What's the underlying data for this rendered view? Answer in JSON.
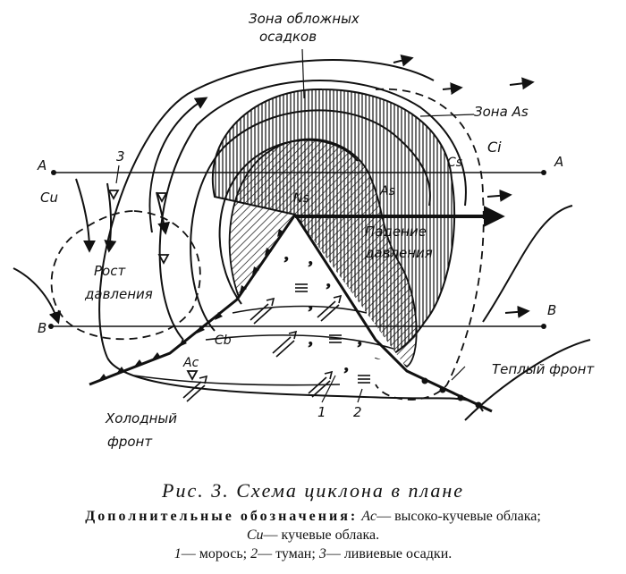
{
  "labels": {
    "zone_overcast": [
      "Зона обложных",
      "осадков"
    ],
    "zone_as": "Зона As",
    "ci": "Ci",
    "cs": "Cs",
    "as_inner": "As",
    "ns": "Ns",
    "a_left": "A",
    "a_right": "A",
    "b_left": "B",
    "b_right": "B",
    "cu": "Cu",
    "three": "3",
    "pressure_rise": [
      "Рост",
      "давления"
    ],
    "pressure_fall": [
      "Падение",
      "давления"
    ],
    "cb": "Cb",
    "ac": "Ac",
    "cold_front": [
      "Холодный",
      "фронт"
    ],
    "warm_front": "Теплый фронт",
    "one": "1",
    "two": "2"
  },
  "caption": {
    "title": "Рис. 3. Схема циклона в плане",
    "line1_head": "Дополнительные обозначения:",
    "line1_abbr": "Ac",
    "line1_text": "— высоко-кучевые облака;",
    "line2_abbr": "Cu",
    "line2_text": "— кучевые облака.",
    "line3_n1": "1",
    "line3_t1": "— морось;",
    "line3_n2": "2",
    "line3_t2": "— туман;",
    "line3_n3": "3",
    "line3_t3": "— ливиевые осадки."
  }
}
